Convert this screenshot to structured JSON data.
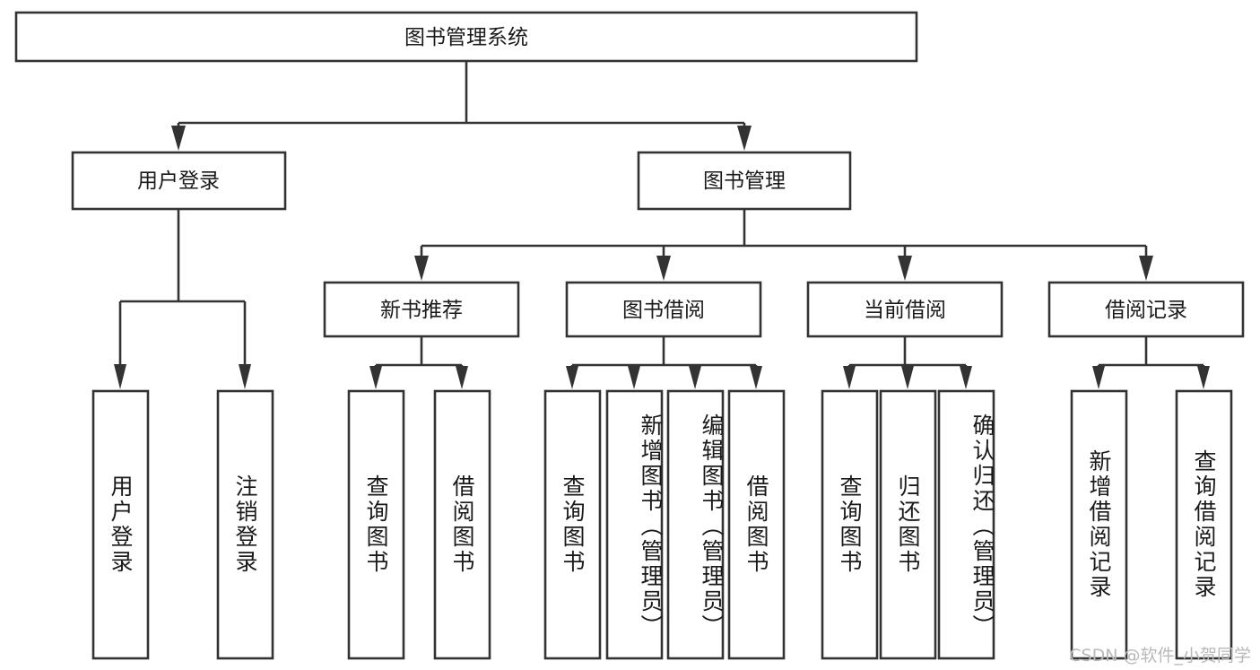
{
  "diagram": {
    "title": "图书管理系统",
    "type": "tree-hierarchy",
    "watermark": "CSDN @软件_小贺同学",
    "accent_color": "#333333",
    "background_color": "#ffffff",
    "text_color": "#1a1a1a",
    "root": {
      "id": "root",
      "label": "图书管理系统",
      "orientation": "horizontal"
    },
    "level2": [
      {
        "id": "user-login",
        "label": "用户登录",
        "orientation": "horizontal"
      },
      {
        "id": "book-management",
        "label": "图书管理",
        "orientation": "horizontal"
      }
    ],
    "level3": [
      {
        "id": "new-book-recommend",
        "label": "新书推荐",
        "orientation": "horizontal",
        "parent": "book-management"
      },
      {
        "id": "book-borrow",
        "label": "图书借阅",
        "orientation": "horizontal",
        "parent": "book-management"
      },
      {
        "id": "current-borrow",
        "label": "当前借阅",
        "orientation": "horizontal",
        "parent": "book-management"
      },
      {
        "id": "borrow-record",
        "label": "借阅记录",
        "orientation": "horizontal",
        "parent": "book-management"
      }
    ],
    "leaves": [
      {
        "id": "leaf-user-login",
        "label": "用户登录",
        "parent": "user-login",
        "orientation": "vertical"
      },
      {
        "id": "leaf-logout",
        "label": "注销登录",
        "parent": "user-login",
        "orientation": "vertical"
      },
      {
        "id": "leaf-query-book-1",
        "label": "查询图书",
        "parent": "new-book-recommend",
        "orientation": "vertical"
      },
      {
        "id": "leaf-borrow-book-1",
        "label": "借阅图书",
        "parent": "new-book-recommend",
        "orientation": "vertical"
      },
      {
        "id": "leaf-query-book-2",
        "label": "查询图书",
        "parent": "book-borrow",
        "orientation": "vertical"
      },
      {
        "id": "leaf-add-book",
        "label": "新增图书（管理员）",
        "parent": "book-borrow",
        "orientation": "vertical"
      },
      {
        "id": "leaf-edit-book",
        "label": "编辑图书（管理员）",
        "parent": "book-borrow",
        "orientation": "vertical"
      },
      {
        "id": "leaf-borrow-book-2",
        "label": "借阅图书",
        "parent": "book-borrow",
        "orientation": "vertical"
      },
      {
        "id": "leaf-query-book-3",
        "label": "查询图书",
        "parent": "current-borrow",
        "orientation": "vertical"
      },
      {
        "id": "leaf-return-book",
        "label": "归还图书",
        "parent": "current-borrow",
        "orientation": "vertical"
      },
      {
        "id": "leaf-confirm-return",
        "label": "确认归还（管理员）",
        "parent": "current-borrow",
        "orientation": "vertical"
      },
      {
        "id": "leaf-add-record",
        "label": "新增借阅记录",
        "parent": "borrow-record",
        "orientation": "vertical"
      },
      {
        "id": "leaf-query-record",
        "label": "查询借阅记录",
        "parent": "borrow-record",
        "orientation": "vertical"
      }
    ]
  }
}
